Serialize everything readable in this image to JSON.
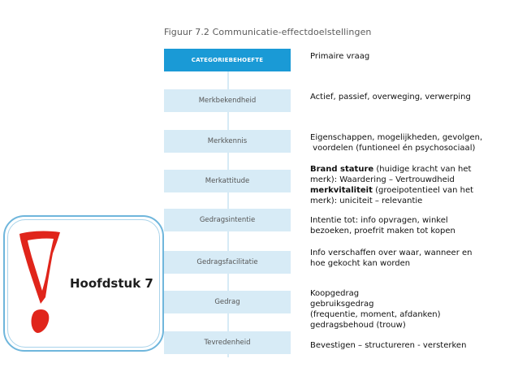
{
  "figure_title": "Figuur 7.2  Communicatie-effectdoelstellingen",
  "steps": [
    {
      "label": "CATEGORIEBEHOEFTE"
    },
    {
      "label": "Merkbekendheid"
    },
    {
      "label": "Merkkennis"
    },
    {
      "label": "Merkattitude"
    },
    {
      "label": "Gedragsintentie"
    },
    {
      "label": "Gedragsfacilitatie"
    },
    {
      "label": "Gedrag"
    },
    {
      "label": "Tevredenheid"
    }
  ],
  "descriptions": {
    "primaire": "Primaire vraag",
    "actief": "Actief, passief, overweging, verwerping",
    "eigenschappen_1": "Eigenschappen, mogelijkheden, gevolgen,",
    "eigenschappen_2": " voordelen (funtioneel én psychosociaal)",
    "brand_bold": "Brand stature",
    "brand_rest": " (huidige kracht van het",
    "brand_2": "merk): Waardering – Vertrouwdheid",
    "vital_bold": "merkvitaliteit",
    "vital_rest": " (groeipotentieel van het",
    "vital_2": "merk): uniciteit – relevantie",
    "intentie_1": "Intentie tot: info opvragen, winkel",
    "intentie_2": "bezoeken, proefrit maken tot kopen",
    "info_1": "Info verschaffen over waar, wanneer en",
    "info_2": "hoe gekocht kan worden",
    "koop_1": "Koopgedrag",
    "koop_2": "gebruiksgedrag",
    "koop_3": "(frequentie, moment, afdanken)",
    "koop_4": "gedragsbehoud (trouw)",
    "bevestigen": "Bevestigen – structureren - versterken"
  },
  "panel": {
    "chapter_label": "Hoofdstuk 7",
    "icon": "exclamation-icon",
    "icon_color": "#e0251b",
    "border_color": "#6fb6dc"
  },
  "colors": {
    "header_box": "#1a9ad6",
    "step_box": "#d7ebf6"
  }
}
